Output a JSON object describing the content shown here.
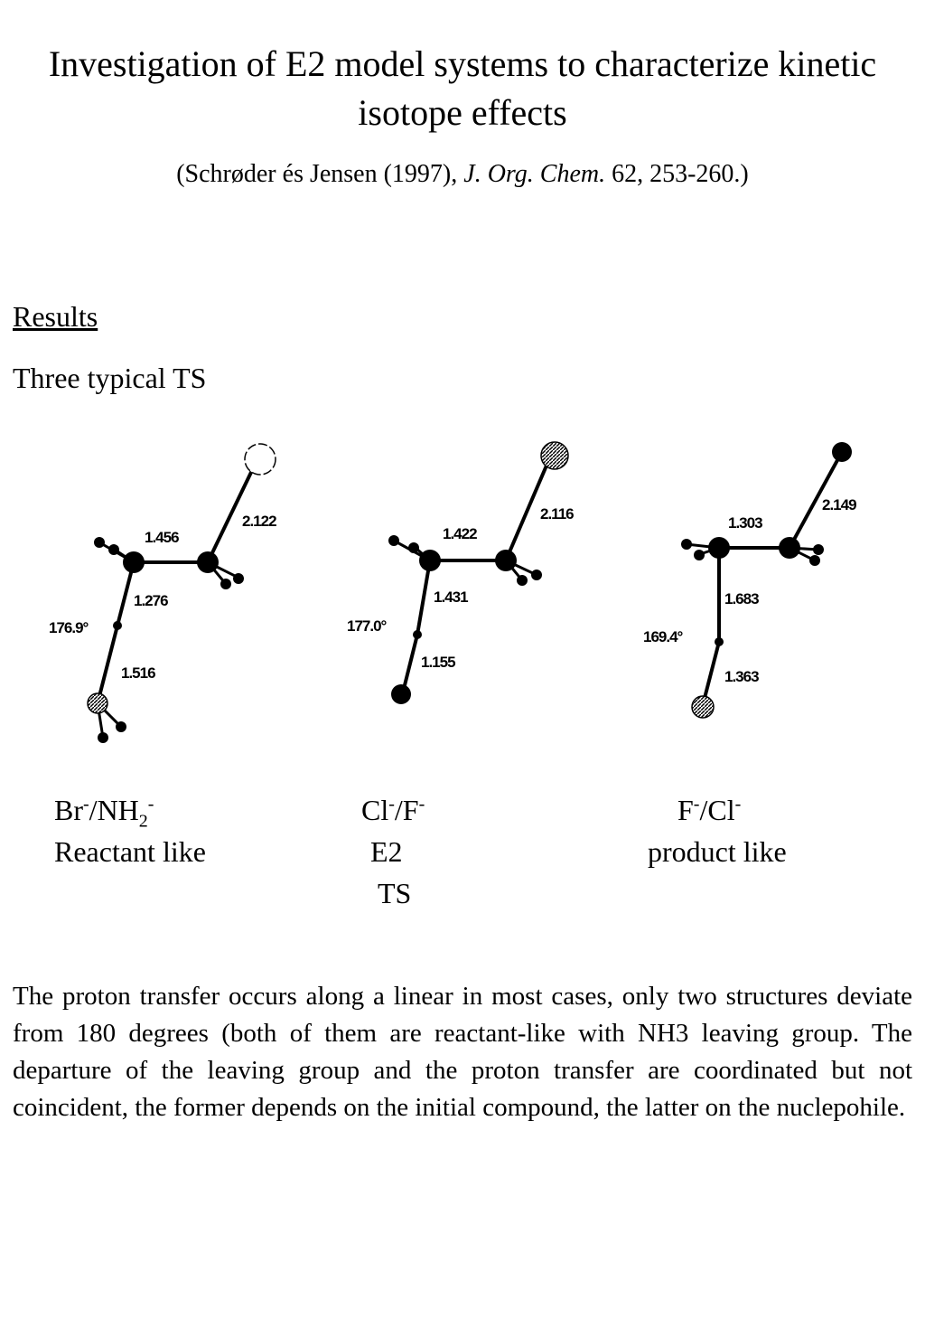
{
  "title": "Investigation of E2 model systems to characterize kinetic isotope effects",
  "citation": {
    "prefix": "(Schrøder és Jensen (1997), ",
    "journal": "J. Org. Chem.",
    "suffix": " 62, 253-260.)"
  },
  "section_heading": "Results",
  "subtitle": "Three typical TS",
  "structures": [
    {
      "bond_labels": [
        "2.122",
        "1.456",
        "1.276",
        "176.9°",
        "1.516"
      ],
      "label": {
        "a": "Br",
        "a_charge": "-",
        "b": "NH",
        "b_sub": "2",
        "b_charge": "-"
      },
      "description": "Reactant like"
    },
    {
      "bond_labels": [
        "2.116",
        "1.422",
        "1.431",
        "177.0°",
        "1.155"
      ],
      "label": {
        "a": "Cl",
        "a_charge": "-",
        "b": "F",
        "b_charge": "-"
      },
      "description_line1": "E2",
      "description_line2": "TS"
    },
    {
      "bond_labels": [
        "2.149",
        "1.303",
        "1.683",
        "169.4°",
        "1.363"
      ],
      "label": {
        "a": "F",
        "a_charge": "-",
        "b": "Cl",
        "b_charge": "-"
      },
      "description": "product like"
    }
  ],
  "paragraph": "The proton transfer occurs along a linear in most cases, only two structures deviate from 180 degrees (both of them are reactant-like with NH3 leaving group. The departure of the leaving group and the proton transfer are coordinated but not coincident, the former depends on the initial compound, the latter on the nuclepohile."
}
